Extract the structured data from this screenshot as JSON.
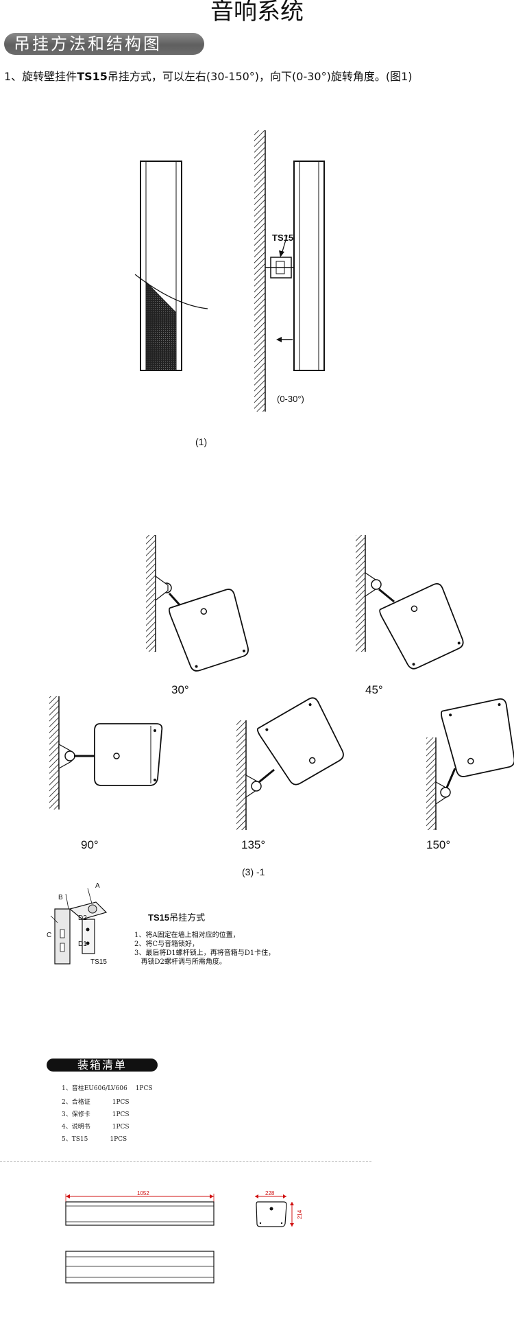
{
  "header": {
    "title": "音响系统",
    "section_tab": "吊挂方法和结构图"
  },
  "intro": {
    "prefix": "1、旋转壁挂件",
    "model": "TS15",
    "text": "吊挂方式，可以左右(30-150°)，向下(0-30°)旋转角度。(图1)"
  },
  "figure1": {
    "ts15_label": "TS15",
    "tilt_label": "(0-30°)",
    "caption": "(1)"
  },
  "angles": {
    "a30": "30°",
    "a45": "45°",
    "a90": "90°",
    "a135": "135°",
    "a150": "150°",
    "caption": "(3) -1"
  },
  "ts15_bracket": {
    "labels": {
      "a": "A",
      "b": "B",
      "c": "C",
      "d1": "D1",
      "d2": "D2",
      "model": "TS15"
    },
    "title_model": "TS15",
    "title_text": "吊挂方式",
    "steps": [
      "1、将A固定在墙上相对应的位置，",
      "2、将C与音箱锁好，",
      "3、最后将D1螺杆锁上，再将音箱与D1卡住，",
      "   再锁D2螺杆调与所需角度。"
    ]
  },
  "packing": {
    "title": "装箱清单",
    "items": [
      {
        "name": "1、音柱EU606/LV606",
        "qty": "1PCS"
      },
      {
        "name": "2、合格证",
        "qty": "1PCS"
      },
      {
        "name": "3、保修卡",
        "qty": "1PCS"
      },
      {
        "name": "4、说明书",
        "qty": "1PCS"
      },
      {
        "name": "5、TS15",
        "qty": "1PCS"
      }
    ]
  },
  "dimensions": {
    "length": "1052",
    "width": "228",
    "height": "214"
  },
  "colors": {
    "tab_gray": "#6c6c6c",
    "dimension_red": "#d01010"
  }
}
